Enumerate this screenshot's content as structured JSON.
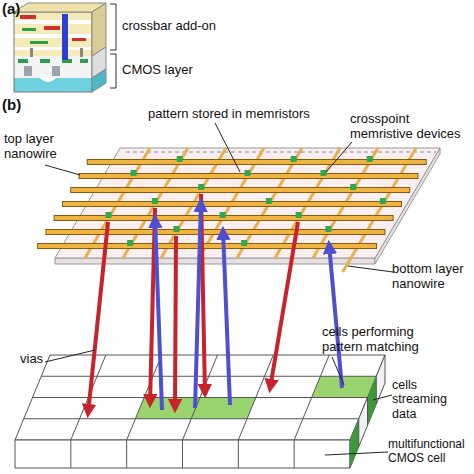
{
  "diagram": {
    "labels": [
      "(a)",
      "crossbar add-on",
      "CMOS layer",
      "(b)",
      "pattern stored in memristors",
      "crosspoint memristive devices",
      "top layer nanowire",
      "bottom layer nanowire",
      "cells performing pattern matching",
      "vias",
      "cells streaming data",
      "multifunctional CMOS cell"
    ]
  }
}
